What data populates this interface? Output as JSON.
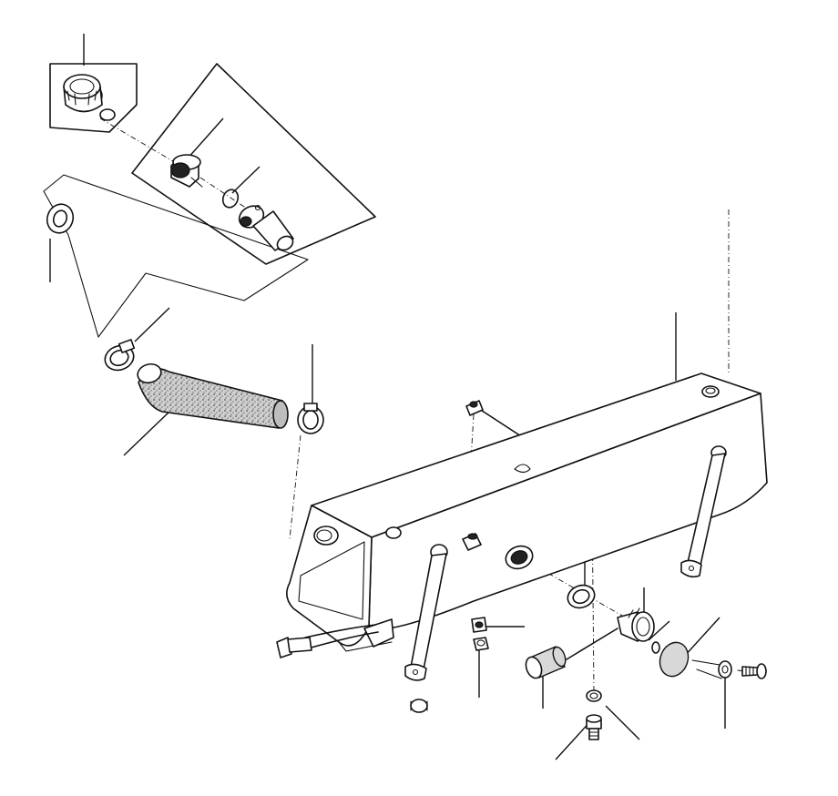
{
  "diagram": {
    "type": "exploded-parts-drawing",
    "ink_color": "#111111",
    "paper_color": "#ffffff",
    "parts": [
      {
        "id": "filler-cap"
      },
      {
        "id": "cap-seal-ring"
      },
      {
        "id": "filler-neck"
      },
      {
        "id": "neck-o-ring"
      },
      {
        "id": "filler-pipe-flange"
      },
      {
        "id": "grommet"
      },
      {
        "id": "hose-clamp-upper"
      },
      {
        "id": "filler-hose"
      },
      {
        "id": "hose-clamp-lower"
      },
      {
        "id": "fuel-tank"
      },
      {
        "id": "tank-strap-left"
      },
      {
        "id": "tank-strap-right"
      },
      {
        "id": "strap-bolt"
      },
      {
        "id": "bracket"
      },
      {
        "id": "spacer"
      },
      {
        "id": "nut"
      },
      {
        "id": "strap-nut"
      },
      {
        "id": "sender-gasket"
      },
      {
        "id": "fuel-gauge-sender"
      },
      {
        "id": "sender-filter"
      },
      {
        "id": "sender-o-ring"
      },
      {
        "id": "cover-plate"
      },
      {
        "id": "washer"
      },
      {
        "id": "screw"
      },
      {
        "id": "drain-plug"
      },
      {
        "id": "drain-plug-washer"
      }
    ]
  }
}
